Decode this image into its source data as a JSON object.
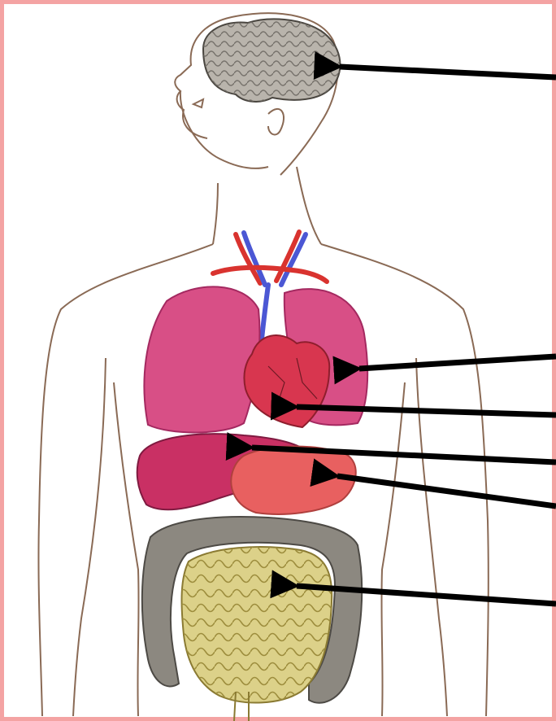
{
  "frame": {
    "border_color": "#f4a3a3",
    "background": "#ffffff"
  },
  "organs": [
    {
      "name": "brain",
      "color": "#b9b4ac"
    },
    {
      "name": "lungs",
      "color": "#d84f86"
    },
    {
      "name": "heart",
      "color": "#d8364f"
    },
    {
      "name": "liver",
      "color": "#c93064"
    },
    {
      "name": "stomach",
      "color": "#e86060"
    },
    {
      "name": "large-intestine",
      "color": "#8c8880"
    },
    {
      "name": "small-intestine",
      "color": "#dcd189"
    }
  ],
  "pointers": [
    {
      "target": "brain"
    },
    {
      "target": "lungs"
    },
    {
      "target": "heart"
    },
    {
      "target": "liver"
    },
    {
      "target": "stomach"
    },
    {
      "target": "small-intestine"
    }
  ],
  "labels": []
}
